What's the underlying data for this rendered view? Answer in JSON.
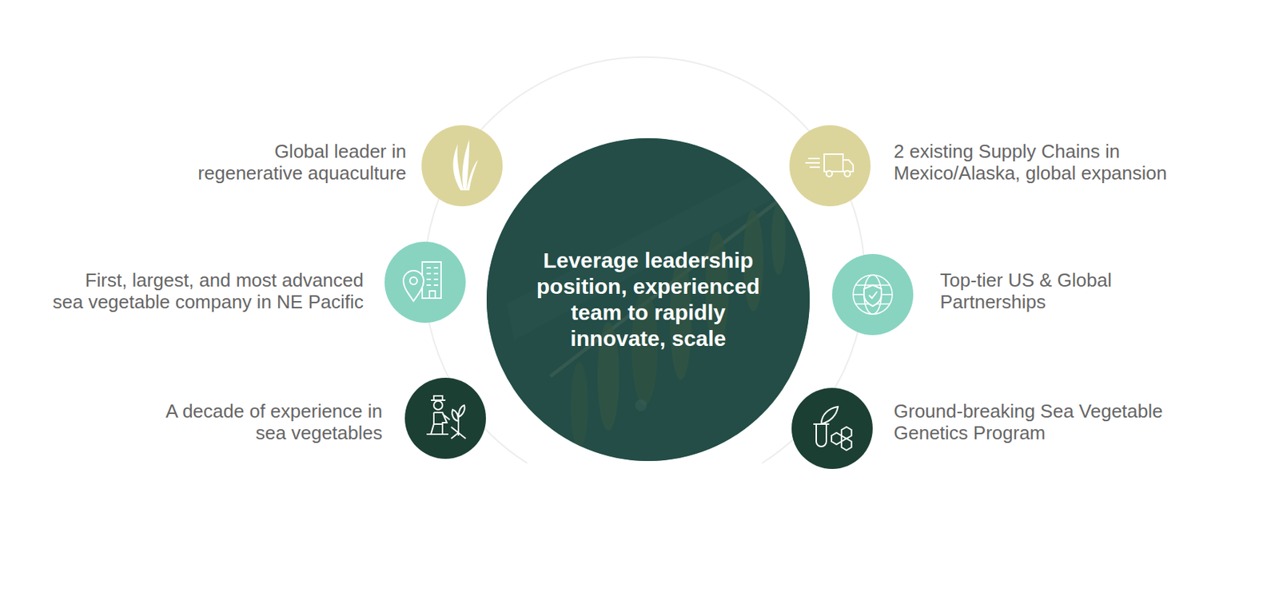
{
  "diagram": {
    "nodes": [
      {
        "text": [
          "Global leader in regenerative aquaculture"
        ]
      },
      {
        "text": [
          "2 existing Supply Chains in Mexico/Alaska, global expansion"
        ]
      },
      {
        "text": [
          "First, largest, and most advanced sea vegetable company in NE Pacific"
        ]
      },
      {
        "text": [
          "Leverage leadership position, experienced team to rapidly innovate, scale"
        ]
      },
      {
        "text": [
          "Top-tier US & Global Partnerships"
        ]
      },
      {
        "text": [
          "A decade of experience in sea vegetables"
        ]
      },
      {
        "text": [
          "Ground-breaking Sea Vegetable Genetics Program"
        ]
      }
    ]
  }
}
